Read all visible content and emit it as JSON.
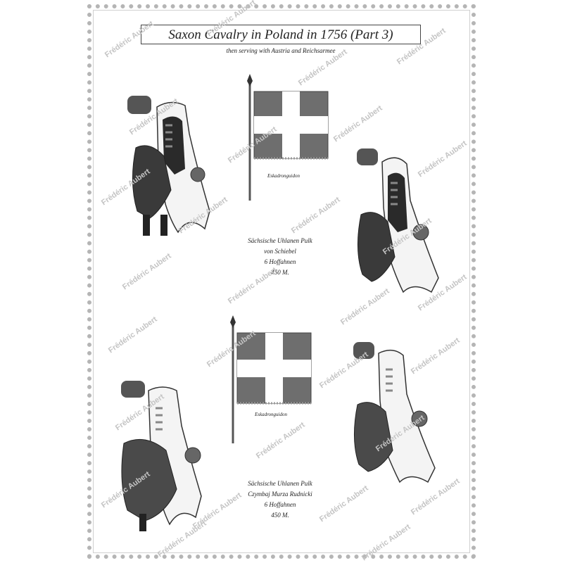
{
  "header": {
    "title": "Saxon Cavalry in Poland in 1756 (Part 3)",
    "subtitle": "then serving with Austria and Reichsarmee"
  },
  "watermark": {
    "text": "Frédéric Aubert"
  },
  "colors": {
    "flag_field": "#6e6e6e",
    "flag_cross": "#ffffff",
    "frame": "#b5b5b5",
    "text": "#222222"
  },
  "sections": [
    {
      "flag_caption": "Eskadronguidon",
      "unit_lines": [
        "Sächsische Uhlanen Pulk",
        "von Schiebel",
        "6 Hoffahnen",
        "450 M."
      ]
    },
    {
      "flag_caption": "Eskadronguidon",
      "unit_lines": [
        "Sächsische Uhlanen Pulk",
        "Czymbaj Murza Rudnicki",
        "6 Hoffahnen",
        "450 M."
      ]
    }
  ]
}
